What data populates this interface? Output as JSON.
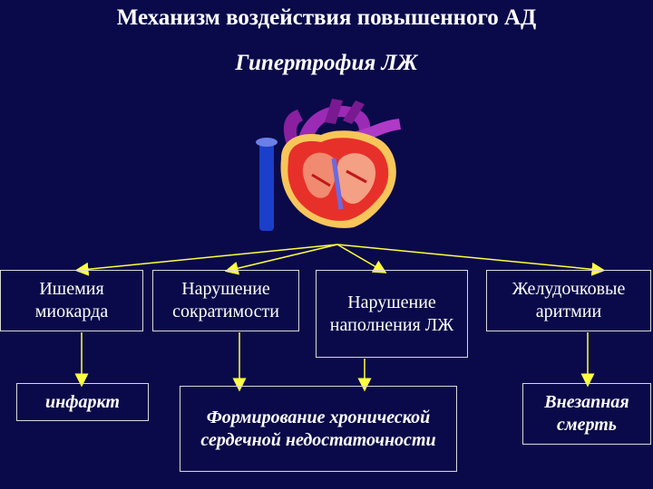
{
  "title": "Механизм воздействия повышенного АД",
  "subtitle": "Гипертрофия ЛЖ",
  "heart_image": {
    "icon": "heart-anatomy-icon",
    "colors": {
      "aorta": "#8a1fa0",
      "vena_cava": "#1b3fc8",
      "myocardium": "#e8302a",
      "pericardium": "#f7c65a"
    }
  },
  "consequences": [
    "Ишемия миокарда",
    "Нарушение сократимости",
    "Нарушение наполнения ЛЖ",
    "Желудочковые аритмии"
  ],
  "outcomes": [
    "инфаркт",
    "Формирование хронической сердечной недостаточности",
    "Внезапная смерть"
  ],
  "colors": {
    "background": "#0a0a4a",
    "arrow": "#ffff40",
    "text": "#ffffff"
  }
}
